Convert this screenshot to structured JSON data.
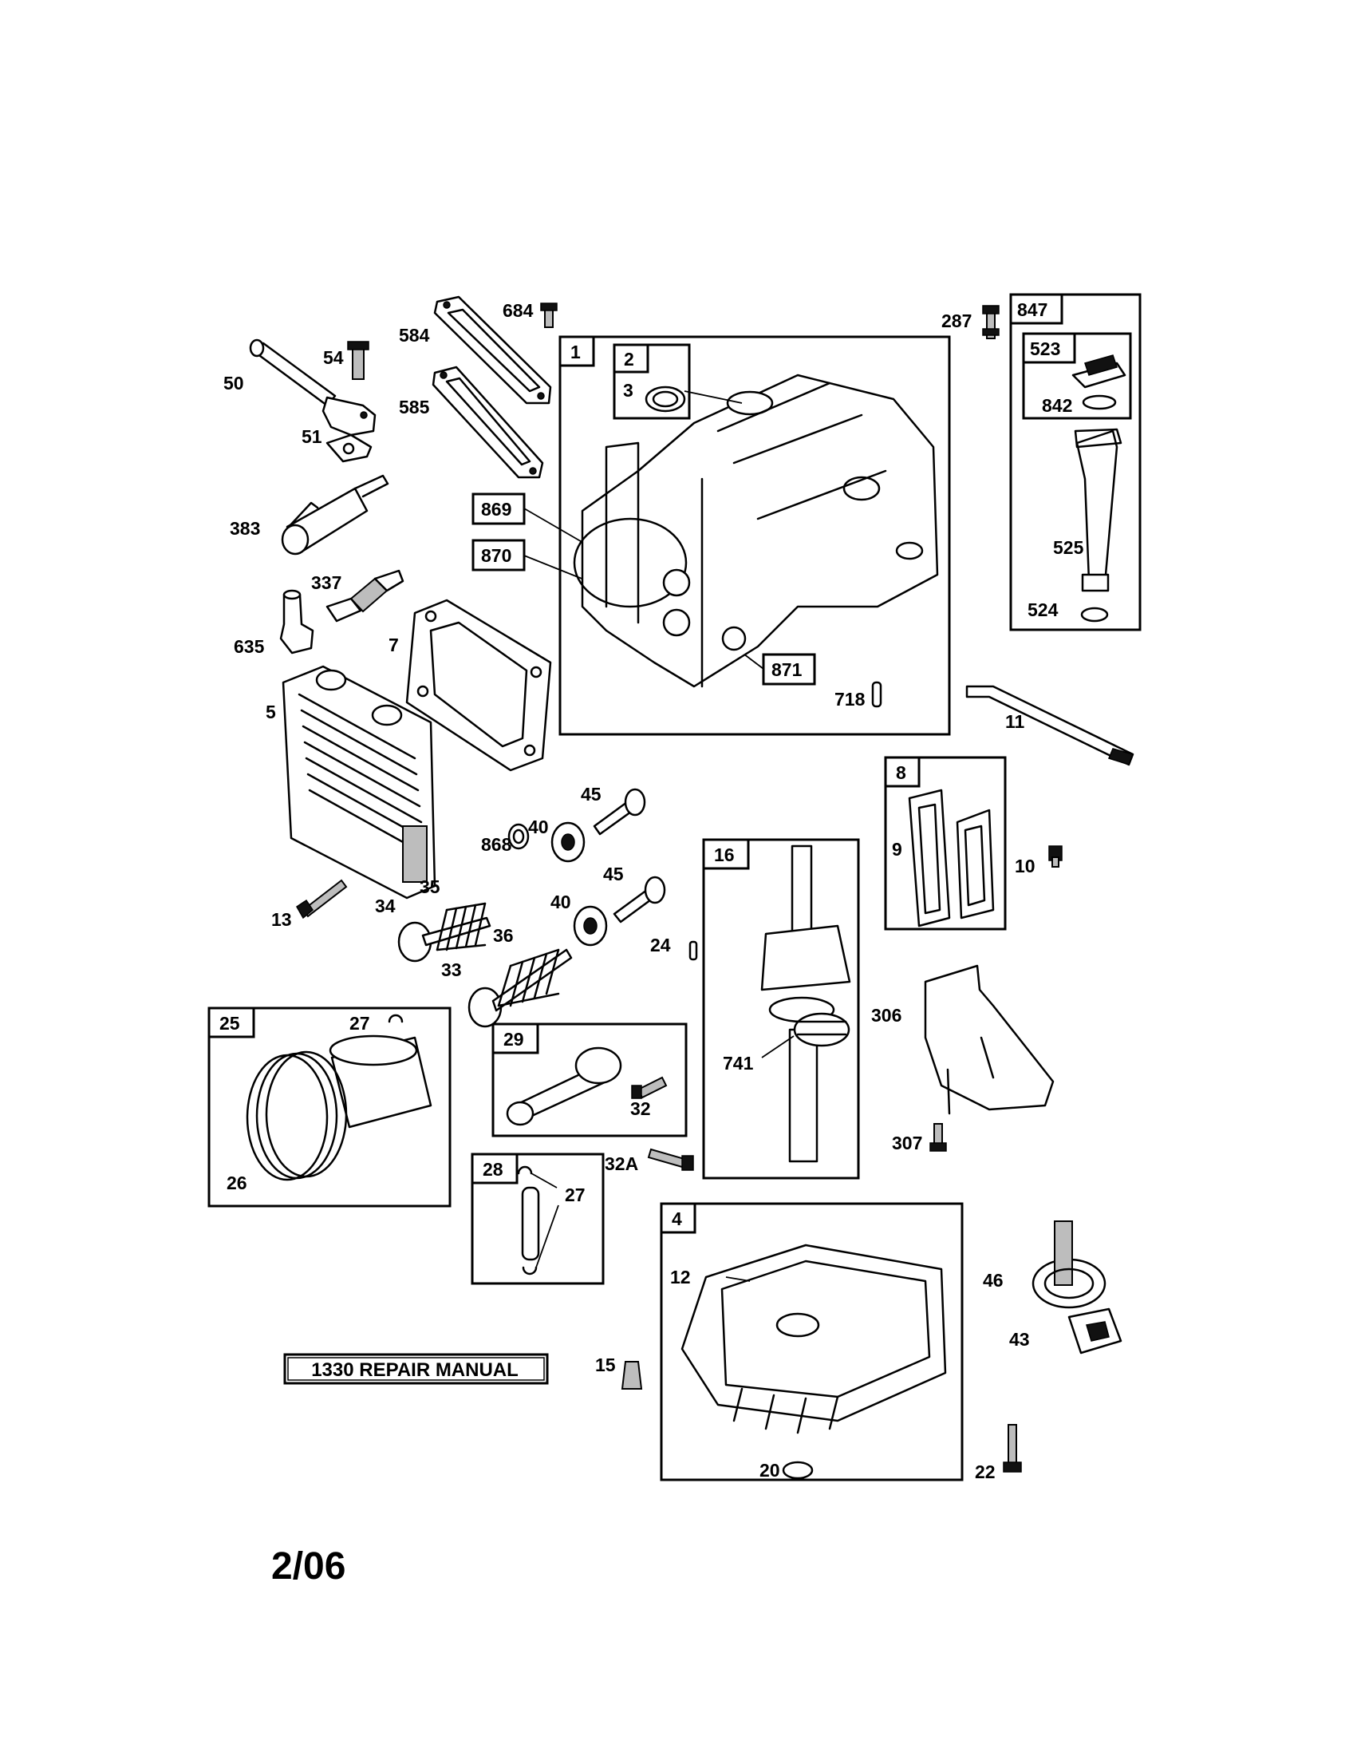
{
  "labels": {
    "l50": "50",
    "l54": "54",
    "l51": "51",
    "l584": "584",
    "l585": "585",
    "l684": "684",
    "l383": "383",
    "l337": "337",
    "l635": "635",
    "l7": "7",
    "l5": "5",
    "l13": "13",
    "l3": "3",
    "l869": "869",
    "l870": "870",
    "l871": "871",
    "l718": "718",
    "l287": "287",
    "l842": "842",
    "l525": "525",
    "l524": "524",
    "l11": "11",
    "l45a": "45",
    "l40a": "40",
    "l868": "868",
    "l45b": "45",
    "l40b": "40",
    "l35": "35",
    "l34": "34",
    "l36": "36",
    "l33": "33",
    "l24": "24",
    "l9": "9",
    "l10": "10",
    "l306": "306",
    "l307": "307",
    "l741": "741",
    "l27a": "27",
    "l26": "26",
    "l32": "32",
    "l32a": "32A",
    "l27b": "27",
    "l12": "12",
    "l15": "15",
    "l20": "20",
    "l46": "46",
    "l43": "43",
    "l22": "22"
  },
  "boxes": {
    "b1": "1",
    "b2": "2",
    "b847": "847",
    "b523": "523",
    "b8": "8",
    "b16": "16",
    "b25": "25",
    "b29": "29",
    "b28": "28",
    "b4": "4"
  },
  "manual_label": "1330 REPAIR MANUAL",
  "date_code": "2/06"
}
